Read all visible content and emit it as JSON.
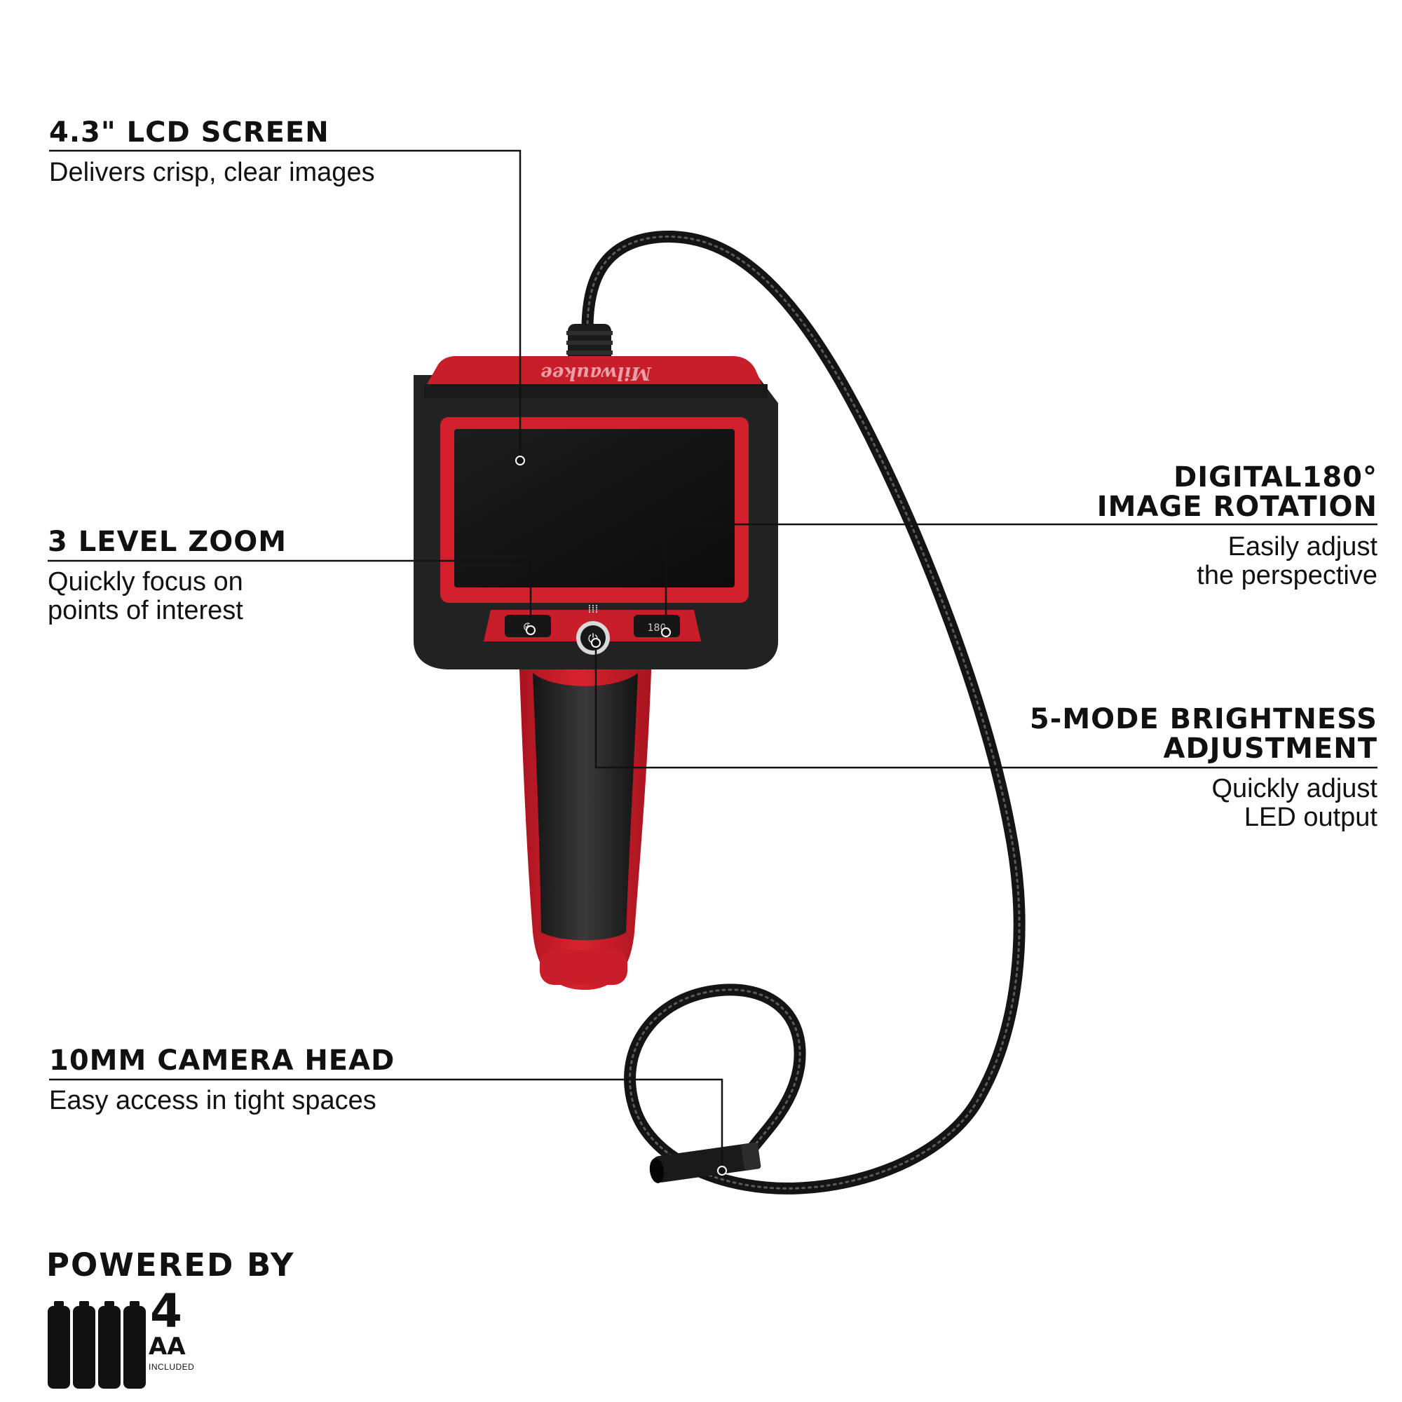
{
  "callouts": {
    "lcd": {
      "title": "4.3\" LCD SCREEN",
      "desc": "Delivers crisp, clear images"
    },
    "zoom": {
      "title": "3 LEVEL ZOOM",
      "desc_lines": [
        "Quickly focus on",
        "points of interest"
      ]
    },
    "rotation": {
      "title_lines": [
        "DIGITAL180°",
        "IMAGE ROTATION"
      ],
      "desc_lines": [
        "Easily adjust",
        "the perspective"
      ]
    },
    "brightness": {
      "title_lines": [
        "5-MODE BRIGHTNESS",
        "ADJUSTMENT"
      ],
      "desc_lines": [
        "Quickly adjust",
        "LED output"
      ]
    },
    "camera": {
      "title": "10MM CAMERA HEAD",
      "desc": "Easy access in tight spaces"
    }
  },
  "power": {
    "label": "POWERED BY",
    "count": "4",
    "type": "AA",
    "note": "INCLUDED"
  },
  "product": {
    "brand_logo": "Milwaukee",
    "colors": {
      "red": "#d0202c",
      "dark_red": "#9e1520",
      "black": "#1e1e1e",
      "cable": "#141414"
    }
  }
}
